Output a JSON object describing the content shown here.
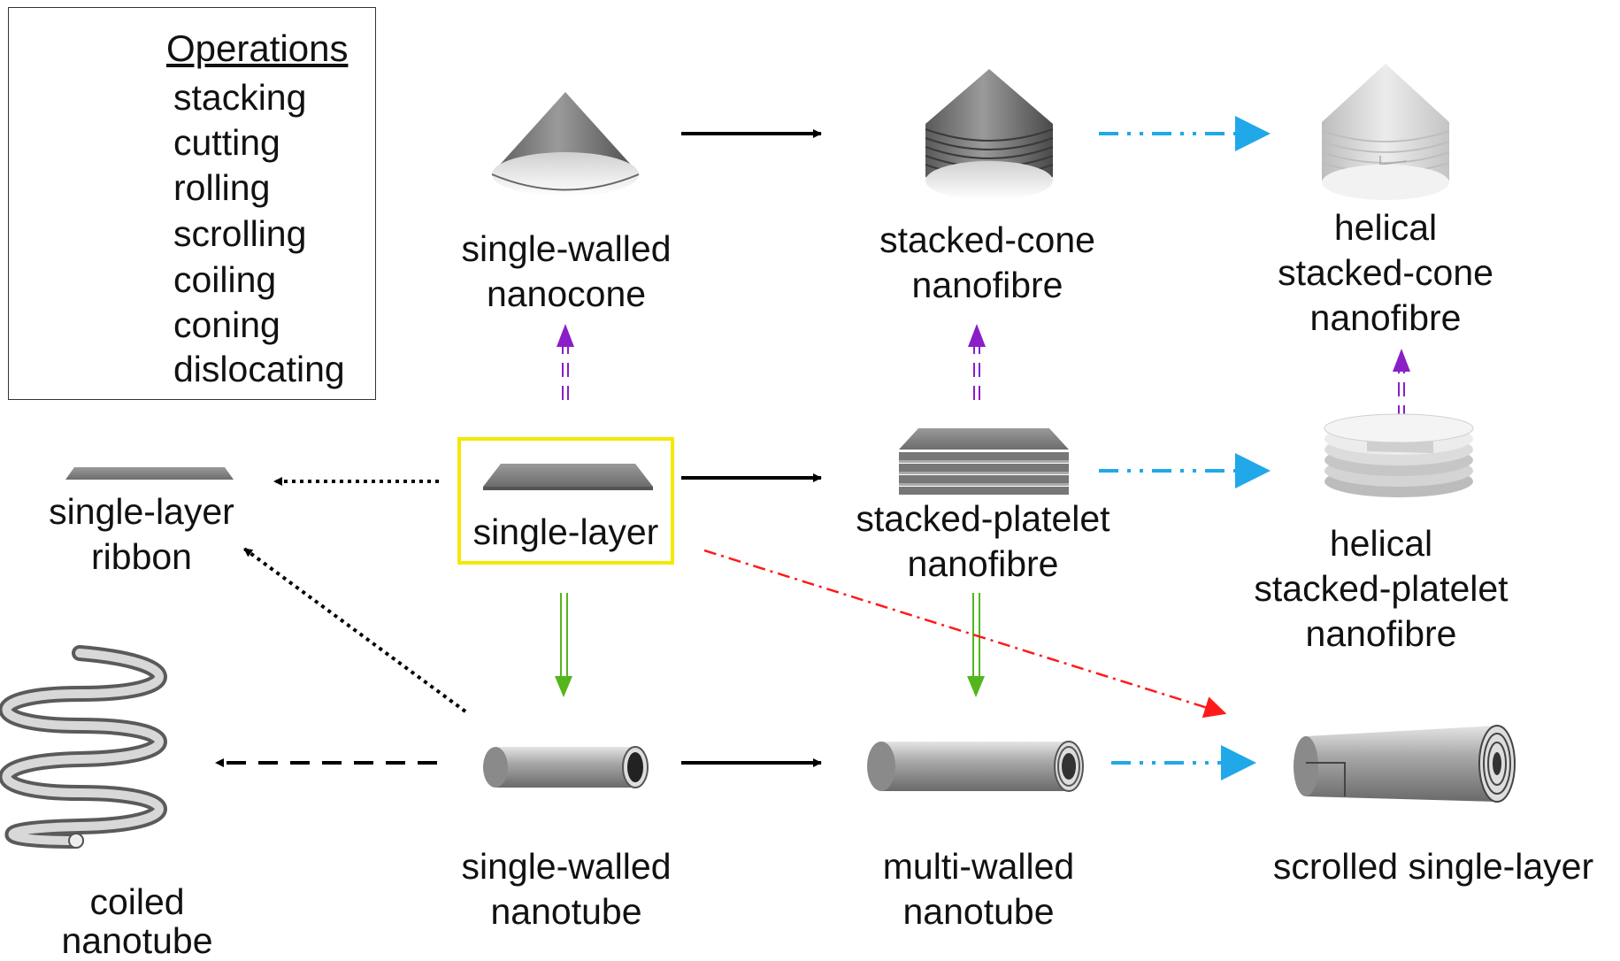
{
  "legend": {
    "title": "Operations",
    "items": [
      {
        "label": "stacking",
        "style": "solid",
        "color": "#000000"
      },
      {
        "label": "cutting",
        "style": "dotted",
        "color": "#000000"
      },
      {
        "label": "rolling",
        "style": "double-solid",
        "color": "#55b51c"
      },
      {
        "label": "scrolling",
        "style": "dash-dot",
        "color": "#ff1a1a"
      },
      {
        "label": "coiling",
        "style": "dashed",
        "color": "#000000"
      },
      {
        "label": "coning",
        "style": "double-dashed",
        "color": "#8a1ec8"
      },
      {
        "label": "dislocating",
        "style": "dash-dot-dot",
        "color": "#20a8e8"
      }
    ]
  },
  "nodes": {
    "single_walled_nanocone": [
      "single-walled",
      "nanocone"
    ],
    "stacked_cone_nanofibre": [
      "stacked-cone",
      "nanofibre"
    ],
    "helical_stacked_cone": [
      "helical",
      "stacked-cone",
      "nanofibre"
    ],
    "single_layer_ribbon": [
      "single-layer",
      "ribbon"
    ],
    "single_layer": [
      "single-layer"
    ],
    "stacked_platelet": [
      "stacked-platelet",
      "nanofibre"
    ],
    "helical_stacked_platelet": [
      "helical",
      "stacked-platelet",
      "nanofibre"
    ],
    "coiled_nanotube": [
      "coiled",
      "nanotube"
    ],
    "single_walled_nanotube": [
      "single-walled",
      "nanotube"
    ],
    "multi_walled_nanotube": [
      "multi-walled",
      "nanotube"
    ],
    "scrolled_single_layer": [
      "scrolled single-layer"
    ]
  },
  "colors": {
    "selection_border": "#f5e800",
    "shape_grey": "#8a8a8a",
    "helical_grey": "#d6d6d6"
  },
  "icons": [
    "single-walled-nanocone-icon",
    "stacked-cone-icon",
    "helical-cone-icon",
    "ribbon-icon",
    "single-layer-sheet-icon",
    "stacked-platelet-icon",
    "helical-platelet-icon",
    "coiled-nanotube-icon",
    "single-walled-nanotube-icon",
    "multi-walled-nanotube-icon",
    "scrolled-layer-icon"
  ]
}
